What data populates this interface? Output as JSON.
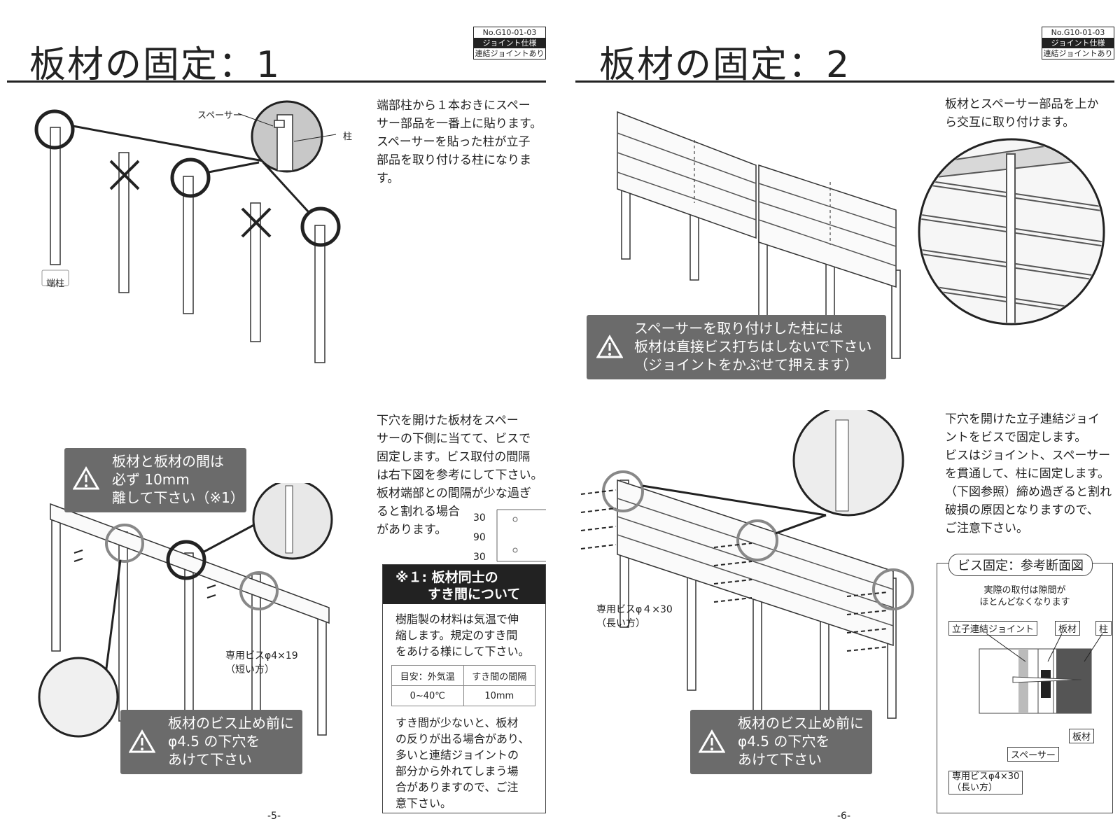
{
  "doc_badge": {
    "no": "No.G10-01-03",
    "spec": "ジョイント仕様",
    "sub": "連結ジョイントあり"
  },
  "left": {
    "title": "板材の固定：1",
    "top_text": [
      "端部柱から１本おきにスペー",
      "サー部品を一番上に貼ります。",
      "スペーサーを貼った柱が立子",
      "部品を取り付ける柱になりま",
      "す。"
    ],
    "label_spacer": "スペーサー",
    "label_post": "柱",
    "label_end_post": "端柱",
    "warn_gap": [
      "板材と板材の間は",
      "必ず 10mm",
      "離して下さい（※1）"
    ],
    "screw_label": [
      "専用ビスφ4×19",
      "（短い方）"
    ],
    "warn_hole": [
      "板材のビス止め前に",
      "φ4.5 の下穴を",
      "あけて下さい"
    ],
    "mid_text": [
      "下穴を開けた板材をスペー",
      "サーの下側に当てて、ビスで",
      "固定します。ビス取付の間隔",
      "は右下図を参考にして下さい。",
      "板材端部との間隔が少な過ぎ",
      "ると割れる場合",
      "があります。"
    ],
    "spacing": [
      "30",
      "90",
      "30"
    ],
    "note_title": [
      "※１: 板材同士の",
      "すき間について"
    ],
    "note_text1": [
      "樹脂製の材料は気温で伸",
      "縮します。規定のすき間",
      "をあける様にして下さい。"
    ],
    "table_head": [
      "目安：外気温",
      "すき間の間隔"
    ],
    "table_row": [
      "0~40℃",
      "10mm"
    ],
    "note_text2": [
      "すき間が少ないと、板材",
      "の反りが出る場合があり、",
      "多いと連結ジョイントの",
      "部分から外れてしまう場",
      "合がありますので、ご注",
      "意下さい。"
    ],
    "page": "-5-"
  },
  "right": {
    "title": "板材の固定：2",
    "top_text": [
      "板材とスペーサー部品を上か",
      "ら交互に取り付けます。"
    ],
    "warn_spacer": [
      "スペーサーを取り付けした柱には",
      "板材は直接ビス打ちはしないで下さい",
      "（ジョイントをかぶせて押えます）"
    ],
    "mid_text": [
      "下穴を開けた立子連結ジョイ",
      "ントをビスで固定します。",
      "ビスはジョイント、スペーサー",
      "を貫通して、柱に固定します。",
      "（下図参照）締め過ぎると割れ",
      "破損の原因となりますので、",
      "ご注意下さい。"
    ],
    "screw_label": [
      "専用ビスφ４×30",
      "（長い方）"
    ],
    "warn_hole": [
      "板材のビス止め前に",
      "φ4.5 の下穴を",
      "あけて下さい"
    ],
    "section_title": "ビス固定：参考断面図",
    "section_note": [
      "実際の取付は隙間が",
      "ほとんどなくなります"
    ],
    "sec_labels": {
      "joint": "立子連結ジョイント",
      "board": "板材",
      "post": "柱",
      "board2": "板材",
      "spacer": "スペーサー",
      "screw": [
        "専用ビスφ4×30",
        "（長い方）"
      ]
    },
    "page": "-6-"
  }
}
